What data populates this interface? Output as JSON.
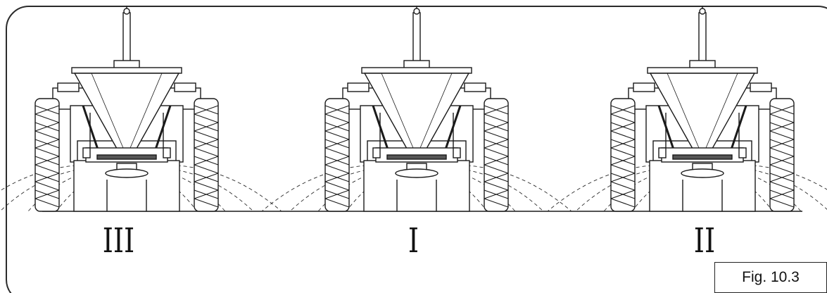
{
  "labels": {
    "left": "III",
    "center": "I",
    "right": "II"
  },
  "figure_caption": "Fig. 10.3",
  "icons": [
    "tractor-spreader-icon",
    "spread-pattern-icon"
  ]
}
